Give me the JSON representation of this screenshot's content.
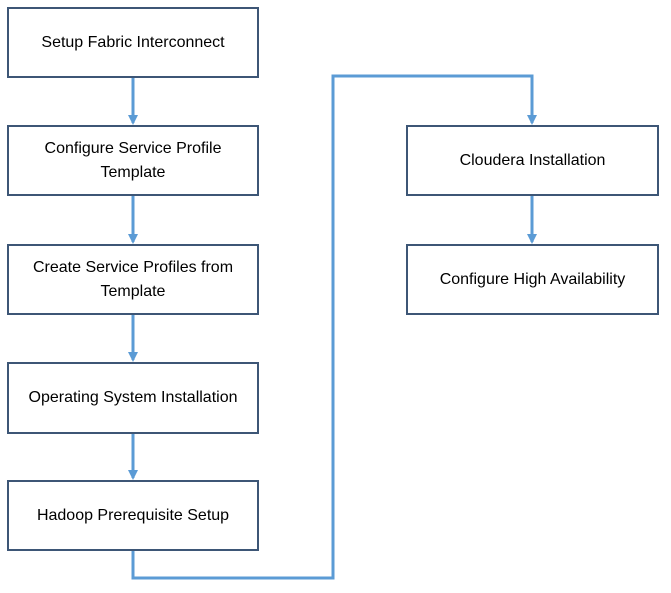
{
  "diagram": {
    "colors": {
      "box_border": "#3d5676",
      "connector": "#5b9bd5",
      "text": "#000000"
    },
    "steps": [
      {
        "id": "setup-fabric-interconnect",
        "label": "Setup Fabric Interconnect"
      },
      {
        "id": "configure-service-profile-template",
        "label": "Configure Service Profile Template"
      },
      {
        "id": "create-service-profiles",
        "label": "Create Service Profiles from Template"
      },
      {
        "id": "operating-system-installation",
        "label": "Operating System Installation"
      },
      {
        "id": "hadoop-prerequisite-setup",
        "label": "Hadoop Prerequisite Setup"
      },
      {
        "id": "cloudera-installation",
        "label": "Cloudera Installation"
      },
      {
        "id": "configure-high-availability",
        "label": "Configure High Availability"
      }
    ],
    "flow": [
      [
        "setup-fabric-interconnect",
        "configure-service-profile-template"
      ],
      [
        "configure-service-profile-template",
        "create-service-profiles"
      ],
      [
        "create-service-profiles",
        "operating-system-installation"
      ],
      [
        "operating-system-installation",
        "hadoop-prerequisite-setup"
      ],
      [
        "hadoop-prerequisite-setup",
        "cloudera-installation"
      ],
      [
        "cloudera-installation",
        "configure-high-availability"
      ]
    ]
  }
}
